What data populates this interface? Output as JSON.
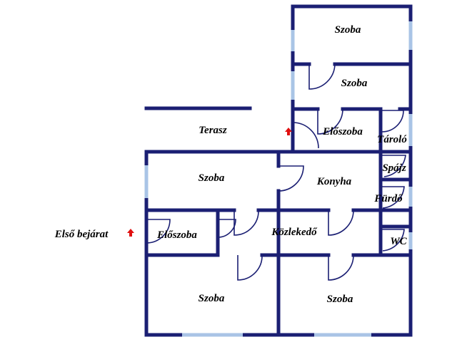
{
  "floorplan": {
    "rooms": [
      {
        "id": "szoba-top",
        "label": "Szoba"
      },
      {
        "id": "szoba-second",
        "label": "Szoba"
      },
      {
        "id": "eloszoba-right",
        "label": "Előszoba"
      },
      {
        "id": "tarolo",
        "label": "Tároló"
      },
      {
        "id": "terasz",
        "label": "Terasz"
      },
      {
        "id": "szoba-middle",
        "label": "Szoba"
      },
      {
        "id": "konyha",
        "label": "Konyha"
      },
      {
        "id": "spajz",
        "label": "Spájz"
      },
      {
        "id": "furdo",
        "label": "Fürdő"
      },
      {
        "id": "eloszoba-left",
        "label": "Előszoba"
      },
      {
        "id": "kozlekedo",
        "label": "Közlekedő"
      },
      {
        "id": "wc",
        "label": "WC"
      },
      {
        "id": "szoba-bottom-left",
        "label": "Szoba"
      },
      {
        "id": "szoba-bottom-right",
        "label": "Szoba"
      }
    ],
    "entrance_label": "Első bejárat",
    "colors": {
      "wall": "#1b1f73",
      "window": "#a9c4e6",
      "entrance_arrow": "#e01010"
    },
    "icons": {
      "entrance": "up-arrow-icon"
    }
  }
}
